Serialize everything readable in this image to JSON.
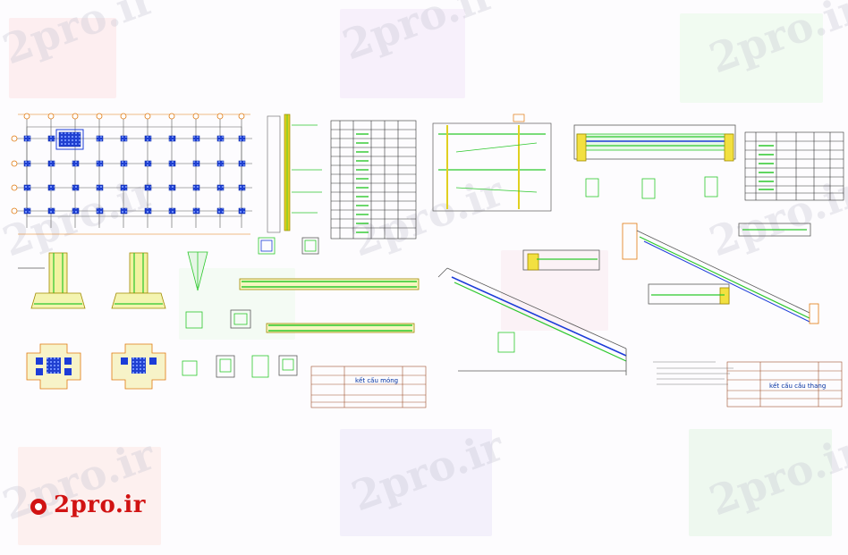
{
  "watermark": {
    "text": "2pro.ir"
  },
  "logo": {
    "text": "2pro.ir",
    "color": "#d11313"
  },
  "colors": {
    "green": "#2cc82c",
    "yellow": "#e0d020",
    "orange": "#e07a10",
    "blue": "#1c3cd8",
    "line": "#5a5a5a",
    "frame": "#a0522d"
  },
  "sheet_left": {
    "title_block": {
      "title": "kết cấu móng"
    }
  },
  "sheet_right": {
    "title_block": {
      "title": "kết cấu cầu thang"
    }
  }
}
